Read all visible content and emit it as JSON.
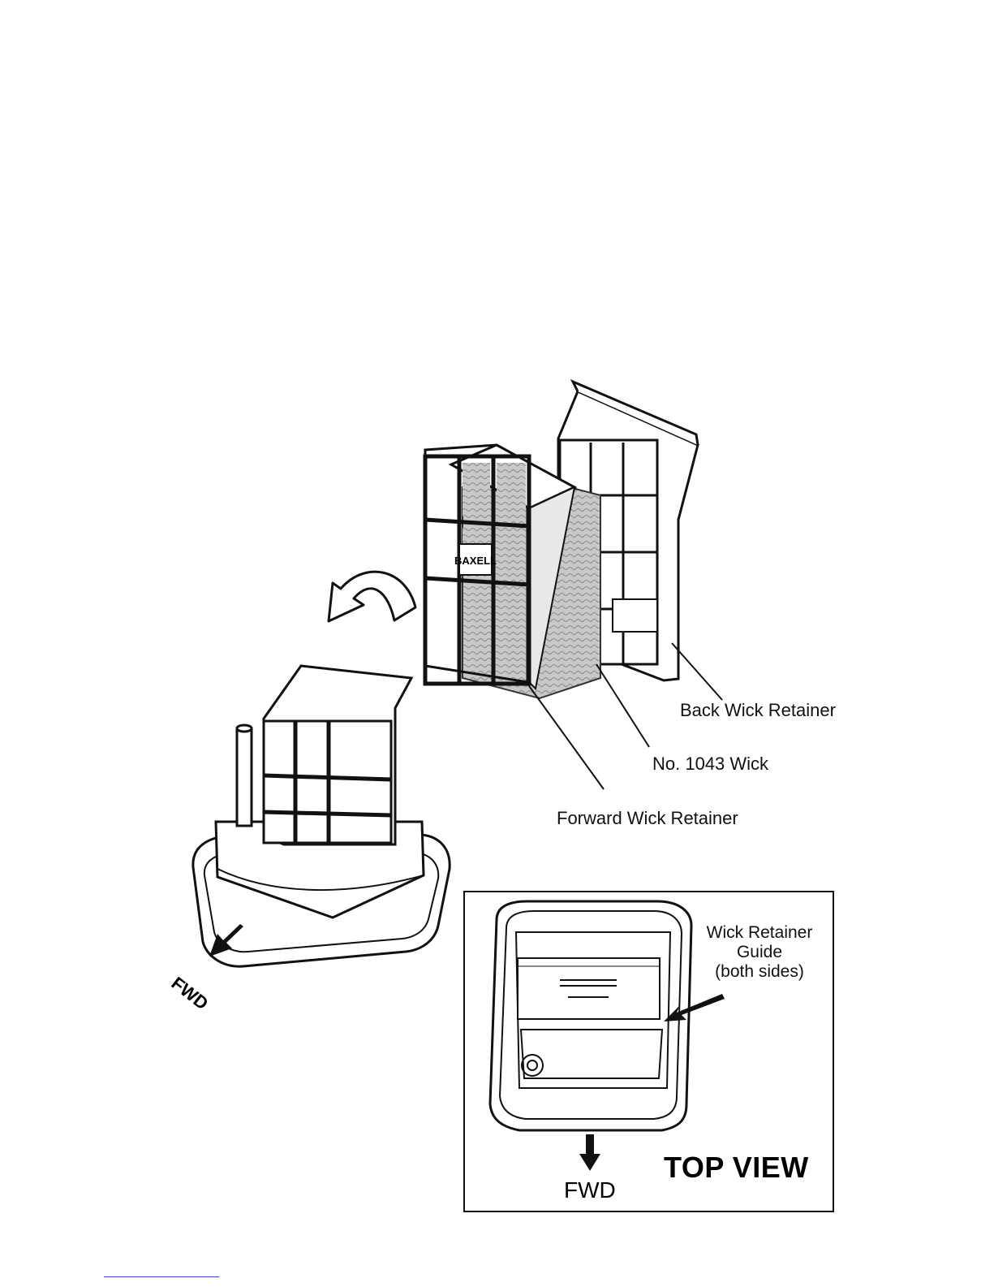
{
  "labels": {
    "back_wick_retainer": "Back Wick Retainer",
    "wick": "No. 1043 Wick",
    "forward_wick_retainer": "Forward Wick Retainer",
    "fwd_main": "FWD"
  },
  "top_view": {
    "title": "TOP VIEW",
    "fwd": "FWD",
    "guide_label_lines": [
      "Wick Retainer",
      "Guide",
      "(both sides)"
    ]
  },
  "brand_mark": "BAXELL",
  "colors": {
    "line": "#111111",
    "wick_fill": "#bdbdbd",
    "link_rule": "#3344cc"
  }
}
